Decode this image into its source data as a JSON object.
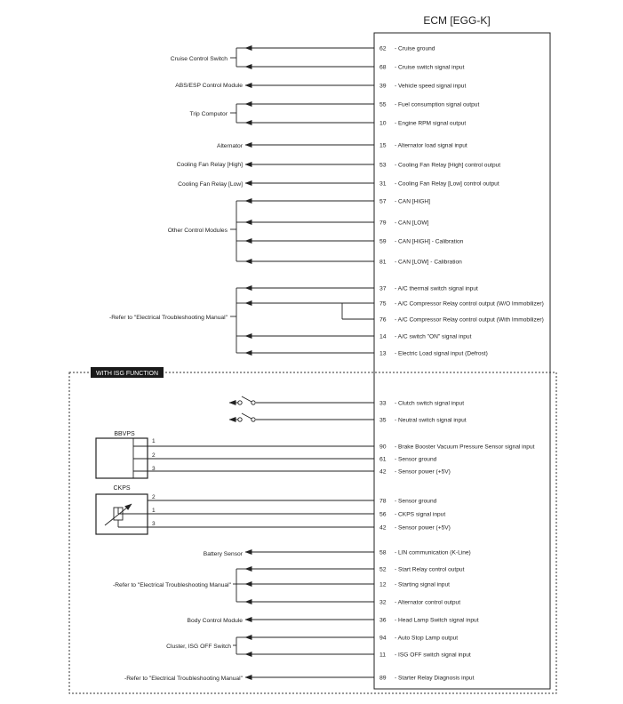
{
  "ecm_title": "ECM [EGG-K]",
  "isg_label": "WITH ISG FUNCTION",
  "pins": [
    {
      "num": "62",
      "label": "Cruise ground"
    },
    {
      "num": "68",
      "label": "Cruise switch signal input"
    },
    {
      "num": "39",
      "label": "Vehicle speed signal input"
    },
    {
      "num": "55",
      "label": "Fuel consumption signal output"
    },
    {
      "num": "10",
      "label": "Engine RPM signal output"
    },
    {
      "num": "15",
      "label": "Alternator load signal input"
    },
    {
      "num": "53",
      "label": "Cooling Fan Relay [High] control output"
    },
    {
      "num": "31",
      "label": "Cooling Fan Relay [Low] control output"
    },
    {
      "num": "57",
      "label": "CAN [HIGH]"
    },
    {
      "num": "79",
      "label": "CAN [LOW]"
    },
    {
      "num": "59",
      "label": "CAN [HIGH] - Calibration"
    },
    {
      "num": "81",
      "label": "CAN [LOW] - Calibration"
    },
    {
      "num": "37",
      "label": "A/C thermal switch signal input"
    },
    {
      "num": "75",
      "label": "A/C Compressor Relay control output (W/O Immobilizer)"
    },
    {
      "num": "76",
      "label": "A/C Compressor Relay control output (With Immobilizer)"
    },
    {
      "num": "14",
      "label": "A/C switch \"ON\" signal input"
    },
    {
      "num": "13",
      "label": "Electric Load signal input (Defrost)"
    },
    {
      "num": "33",
      "label": "Clutch switch signal input"
    },
    {
      "num": "35",
      "label": "Neutral switch signal input"
    },
    {
      "num": "90",
      "label": "Brake Booster Vacuum Pressure Sensor signal input"
    },
    {
      "num": "61",
      "label": "Sensor ground"
    },
    {
      "num": "42",
      "label": "Sensor power (+5V)"
    },
    {
      "num": "78",
      "label": "Sensor ground"
    },
    {
      "num": "56",
      "label": "CKPS signal input"
    },
    {
      "num": "42",
      "label": "Sensor power (+5V)"
    },
    {
      "num": "58",
      "label": "LIN communication (K-Line)"
    },
    {
      "num": "52",
      "label": "Start Relay control output"
    },
    {
      "num": "12",
      "label": "Starting signal input"
    },
    {
      "num": "32",
      "label": "Alternator control output"
    },
    {
      "num": "36",
      "label": "Head Lamp Switch signal input"
    },
    {
      "num": "94",
      "label": "Auto Stop Lamp output"
    },
    {
      "num": "11",
      "label": "ISG OFF switch signal input"
    },
    {
      "num": "89",
      "label": "Starter Relay Diagnosis input"
    }
  ],
  "left_labels": [
    "Cruise Control Switch",
    "ABS/ESP Control Module",
    "Trip Computor",
    "Alternator",
    "Cooling Fan Relay [High]",
    "Cooling Fan Relay [Low]",
    "Other Control Modules",
    "-Refer to \"Electrical Troubleshooting Manual\"",
    "Battery Sensor",
    "-Refer to \"Electrical Troubleshooting Manual\"",
    "Body Control Module",
    "Cluster, ISG OFF Switch",
    "-Refer to \"Electrical Troubleshooting Manual\""
  ],
  "bbvps": {
    "title": "BBVPS",
    "pins": [
      "1",
      "2",
      "3"
    ]
  },
  "ckps": {
    "title": "CKPS",
    "pins": [
      "2",
      "1",
      "3"
    ]
  }
}
